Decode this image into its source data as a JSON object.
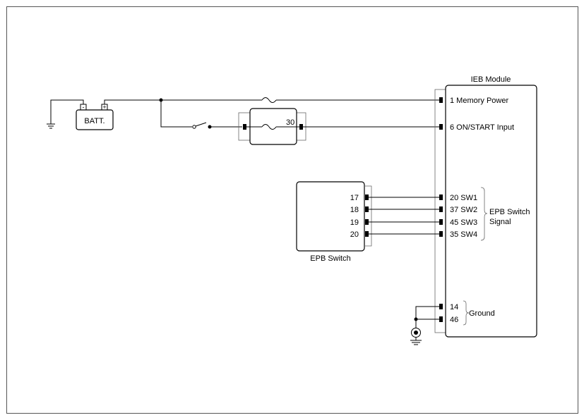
{
  "battery": {
    "label": "BATT.",
    "neg": "-",
    "pos": "+"
  },
  "fuse_relay": {
    "terminal": "30"
  },
  "ieb_module": {
    "title": "IEB Module",
    "pins": [
      {
        "id": "memory_power",
        "label": "1 Memory Power"
      },
      {
        "id": "on_start",
        "label": "6 ON/START Input"
      },
      {
        "id": "sw1",
        "label": "20 SW1"
      },
      {
        "id": "sw2",
        "label": "37 SW2"
      },
      {
        "id": "sw3",
        "label": "45 SW3"
      },
      {
        "id": "sw4",
        "label": "35 SW4"
      },
      {
        "id": "gnd14",
        "label": "14"
      },
      {
        "id": "gnd46",
        "label": "46"
      }
    ],
    "group_epb_line1": "EPB Switch",
    "group_epb_line2": "Signal",
    "group_ground": "Ground"
  },
  "epb_switch": {
    "title": "EPB Switch",
    "pins": [
      "17",
      "18",
      "19",
      "20"
    ]
  }
}
